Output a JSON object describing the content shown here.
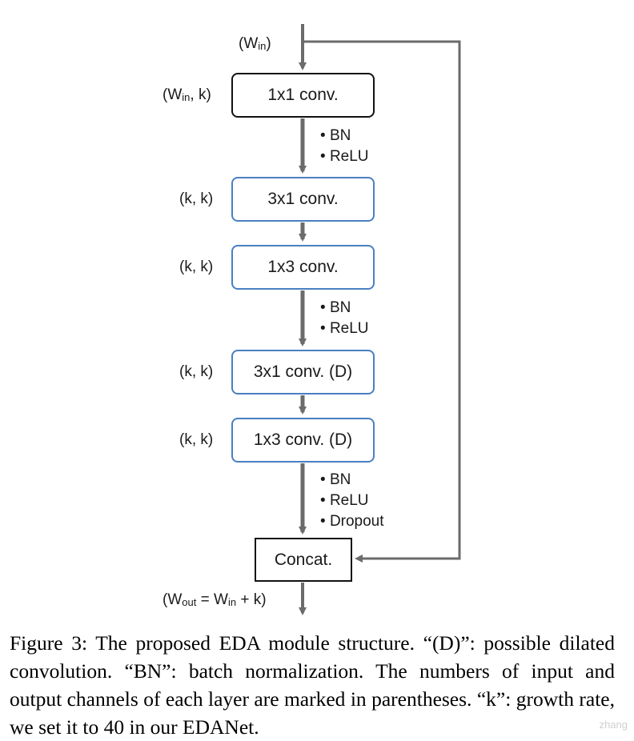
{
  "nodes": {
    "conv1": "1x1 conv.",
    "conv2": "3x1 conv.",
    "conv3": "1x3 conv.",
    "conv4": "3x1 conv. (D)",
    "conv5": "1x3 conv. (D)",
    "concat": "Concat."
  },
  "labels": {
    "input": {
      "open": "(W",
      "sub": "in",
      "close": ")"
    },
    "conv1_channels": {
      "open": "(W",
      "sub": "in",
      "close": ", k)"
    },
    "conv2_channels": "(k, k)",
    "conv3_channels": "(k, k)",
    "conv4_channels": "(k, k)",
    "conv5_channels": "(k, k)",
    "output": {
      "a": "(W",
      "a_sub": "out",
      "b": " = W",
      "b_sub": "in",
      "c": " + k)"
    }
  },
  "notes": {
    "after_conv1": [
      "BN",
      "ReLU"
    ],
    "after_conv3": [
      "BN",
      "ReLU"
    ],
    "after_conv5": [
      "BN",
      "ReLU",
      "Dropout"
    ]
  },
  "caption": "Figure 3: The proposed EDA module structure. “(D)”: possible dilated convolution. “BN”: batch normalization. The numbers of input and output channels of each layer are marked in parentheses. “k”: growth rate, we set it to 40 in our EDANet.",
  "watermark": "zhang",
  "colors": {
    "arrow": "#6b6b6b",
    "box_border_blue": "#4a7fc1",
    "box_border_black": "#111111"
  }
}
